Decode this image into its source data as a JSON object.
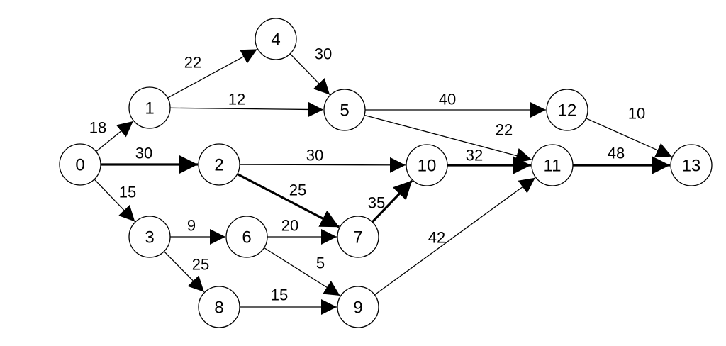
{
  "nodes": [
    {
      "id": "0",
      "label": "0"
    },
    {
      "id": "1",
      "label": "1"
    },
    {
      "id": "2",
      "label": "2"
    },
    {
      "id": "3",
      "label": "3"
    },
    {
      "id": "4",
      "label": "4"
    },
    {
      "id": "5",
      "label": "5"
    },
    {
      "id": "6",
      "label": "6"
    },
    {
      "id": "7",
      "label": "7"
    },
    {
      "id": "8",
      "label": "8"
    },
    {
      "id": "9",
      "label": "9"
    },
    {
      "id": "10",
      "label": "10"
    },
    {
      "id": "11",
      "label": "11"
    },
    {
      "id": "12",
      "label": "12"
    },
    {
      "id": "13",
      "label": "13"
    }
  ],
  "edges": [
    {
      "from": "0",
      "to": "1",
      "weight": "18",
      "critical": false
    },
    {
      "from": "0",
      "to": "2",
      "weight": "30",
      "critical": true
    },
    {
      "from": "0",
      "to": "3",
      "weight": "15",
      "critical": false
    },
    {
      "from": "1",
      "to": "4",
      "weight": "22",
      "critical": false
    },
    {
      "from": "1",
      "to": "5",
      "weight": "12",
      "critical": false
    },
    {
      "from": "4",
      "to": "5",
      "weight": "30",
      "critical": false
    },
    {
      "from": "5",
      "to": "12",
      "weight": "40",
      "critical": false
    },
    {
      "from": "5",
      "to": "11",
      "weight": "22",
      "critical": false
    },
    {
      "from": "2",
      "to": "10",
      "weight": "30",
      "critical": false
    },
    {
      "from": "2",
      "to": "7",
      "weight": "25",
      "critical": true
    },
    {
      "from": "3",
      "to": "6",
      "weight": "9",
      "critical": false
    },
    {
      "from": "3",
      "to": "8",
      "weight": "25",
      "critical": false
    },
    {
      "from": "6",
      "to": "7",
      "weight": "20",
      "critical": false
    },
    {
      "from": "6",
      "to": "9",
      "weight": "5",
      "critical": false
    },
    {
      "from": "8",
      "to": "9",
      "weight": "15",
      "critical": false
    },
    {
      "from": "7",
      "to": "10",
      "weight": "35",
      "critical": true
    },
    {
      "from": "10",
      "to": "11",
      "weight": "32",
      "critical": true
    },
    {
      "from": "9",
      "to": "11",
      "weight": "42",
      "critical": false
    },
    {
      "from": "12",
      "to": "13",
      "weight": "10",
      "critical": false
    },
    {
      "from": "11",
      "to": "13",
      "weight": "48",
      "critical": true
    }
  ]
}
